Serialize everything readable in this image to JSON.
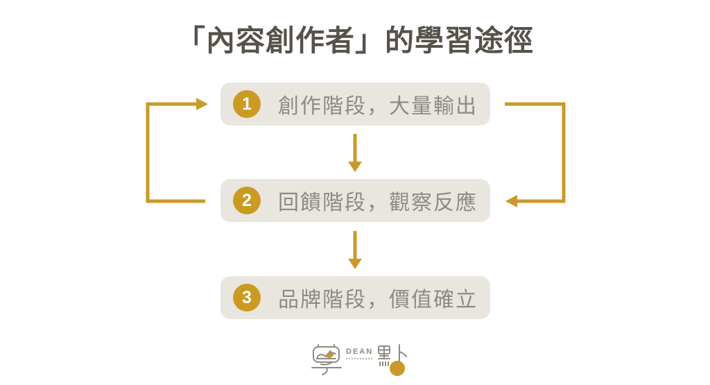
{
  "title": "「內容創作者」的學習途徑",
  "steps": [
    {
      "number": "1",
      "label": "創作階段，大量輸出"
    },
    {
      "number": "2",
      "label": "回饋階段，觀察反應"
    },
    {
      "number": "3",
      "label": "品牌階段，價值確立"
    }
  ],
  "flow": {
    "down_arrows": [
      "step-1-to-step-2",
      "step-2-to-step-3"
    ],
    "right_loop_arrow": "step-1-to-step-2",
    "left_loop_arrow": "step-2-back-to-step-1"
  },
  "logo": {
    "brand_text": "DEAN",
    "left_mark": "stylized-xue-book-emblem",
    "right_mark": "stylized-dian-gold-dot-emblem"
  },
  "colors": {
    "gold_accent": "#C9992B",
    "badge_gold": "#CB9A21",
    "box_background": "#E9E6E0",
    "box_text": "#8B8B84",
    "title_text": "#56524A",
    "page_background": "#FFFFFF"
  }
}
